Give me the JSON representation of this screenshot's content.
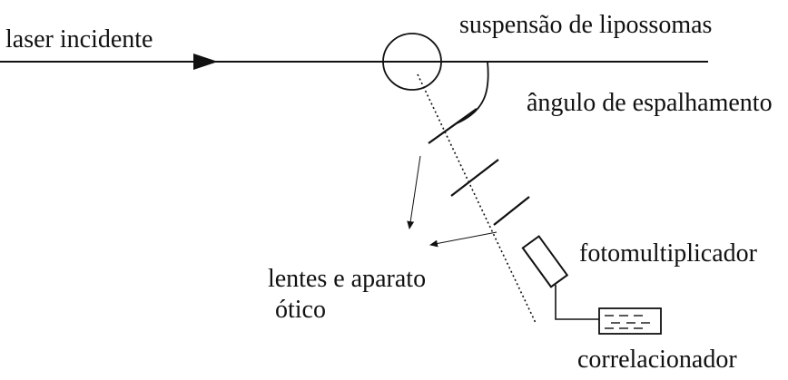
{
  "labels": {
    "laser": "laser incidente",
    "suspension": "suspensão de lipossomas",
    "angle": "ângulo de espalhamento",
    "photomultiplier": "fotomultiplicador",
    "lenses_line1": "lentes e aparato",
    "lenses_line2": "ótico",
    "correlator": "correlacionador"
  },
  "colors": {
    "ink": "#111111",
    "background": "#ffffff"
  }
}
